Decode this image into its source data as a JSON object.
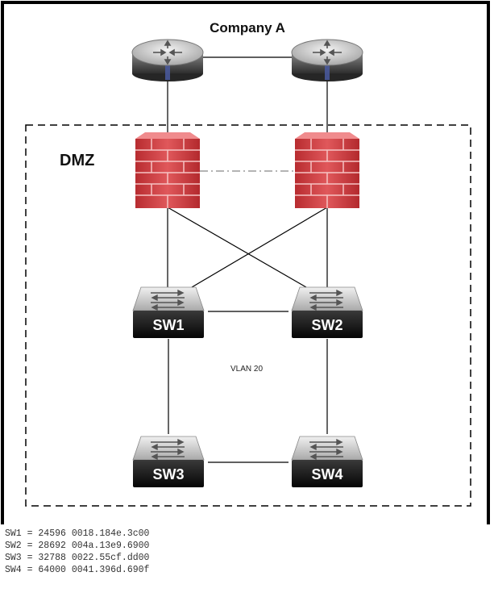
{
  "diagram": {
    "title": "Company A",
    "zone_label": "DMZ",
    "vlan_label": "VLAN 20",
    "nodes": {
      "router_left": {
        "kind": "router"
      },
      "router_right": {
        "kind": "router"
      },
      "firewall_left": {
        "kind": "firewall"
      },
      "firewall_right": {
        "kind": "firewall"
      },
      "sw1": {
        "kind": "switch",
        "label": "SW1"
      },
      "sw2": {
        "kind": "switch",
        "label": "SW2"
      },
      "sw3": {
        "kind": "switch",
        "label": "SW3"
      },
      "sw4": {
        "kind": "switch",
        "label": "SW4"
      }
    },
    "links": [
      {
        "from": "router_left",
        "to": "router_right",
        "style": "solid"
      },
      {
        "from": "router_left",
        "to": "firewall_left",
        "style": "solid"
      },
      {
        "from": "router_right",
        "to": "firewall_right",
        "style": "solid"
      },
      {
        "from": "firewall_left",
        "to": "firewall_right",
        "style": "dash-dot"
      },
      {
        "from": "firewall_left",
        "to": "sw1",
        "style": "solid"
      },
      {
        "from": "firewall_left",
        "to": "sw2",
        "style": "solid"
      },
      {
        "from": "firewall_right",
        "to": "sw1",
        "style": "solid"
      },
      {
        "from": "firewall_right",
        "to": "sw2",
        "style": "solid"
      },
      {
        "from": "sw1",
        "to": "sw2",
        "style": "solid"
      },
      {
        "from": "sw1",
        "to": "sw3",
        "style": "solid"
      },
      {
        "from": "sw2",
        "to": "sw4",
        "style": "solid"
      },
      {
        "from": "sw3",
        "to": "sw4",
        "style": "solid"
      }
    ]
  },
  "bridge_priorities": [
    "SW1 = 24596 0018.184e.3c00",
    "SW2 = 28692 004a.13e9.6900",
    "SW3 = 32788 0022.55cf.dd00",
    "SW4 = 64000 0041.396d.690f"
  ],
  "colors": {
    "frame": "#000000",
    "router_body": "#6a6a6a",
    "router_top": "#cfcfcf",
    "router_accent": "#4a5aa0",
    "firewall": "#d9464a",
    "firewall_mortar": "#f3b9b9",
    "switch_body": "#141414",
    "switch_top": "#d7d7d7"
  }
}
